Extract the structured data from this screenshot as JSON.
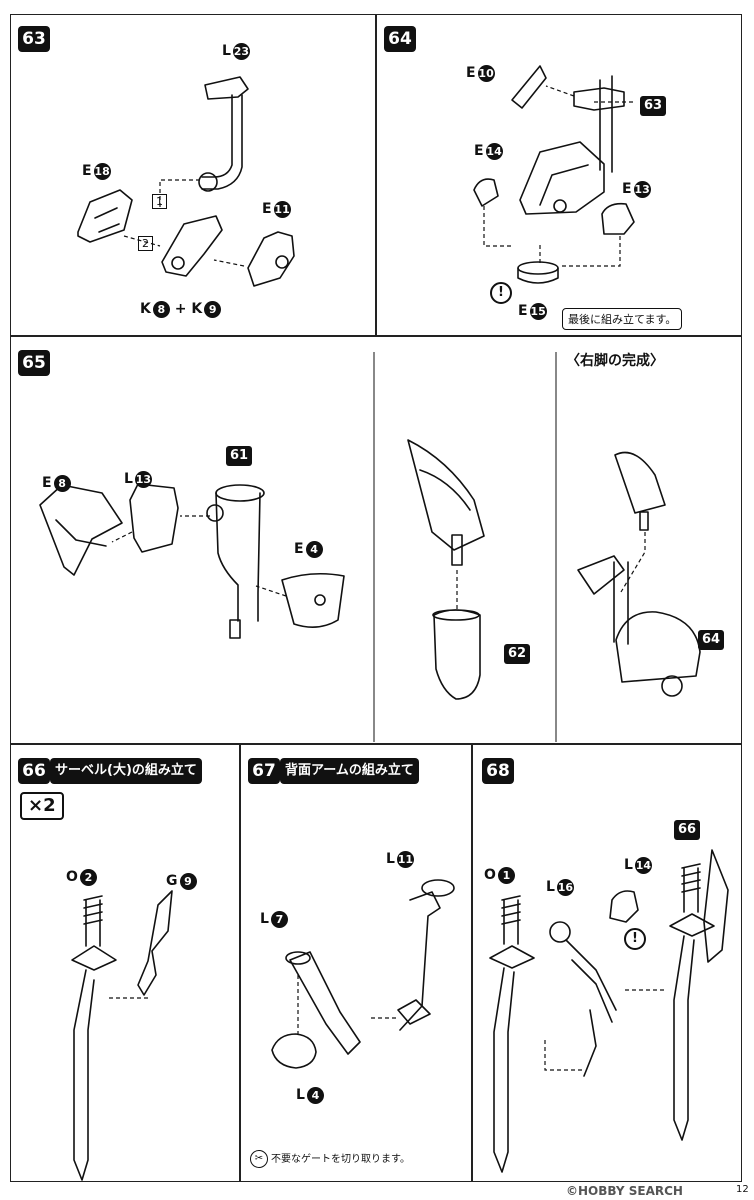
{
  "steps": {
    "s63": {
      "number": "63",
      "labels": {
        "l23": {
          "letter": "L",
          "num": "23"
        },
        "e18": {
          "letter": "E",
          "num": "18"
        },
        "e11": {
          "letter": "E",
          "num": "11"
        },
        "k8": {
          "letter": "K",
          "num": "8"
        },
        "plus": "+",
        "k9": {
          "letter": "K",
          "num": "9"
        }
      },
      "order1": "1",
      "order2": "2"
    },
    "s64": {
      "number": "64",
      "labels": {
        "e10": {
          "letter": "E",
          "num": "10"
        },
        "e14": {
          "letter": "E",
          "num": "14"
        },
        "e13": {
          "letter": "E",
          "num": "13"
        },
        "e15": {
          "letter": "E",
          "num": "15"
        }
      },
      "ref": "63",
      "note": "最後に組み立てます。"
    },
    "s65": {
      "number": "65",
      "labels": {
        "e8": {
          "letter": "E",
          "num": "8"
        },
        "l13": {
          "letter": "L",
          "num": "13"
        },
        "e4": {
          "letter": "E",
          "num": "4"
        }
      },
      "ref61": "61",
      "ref62": "62",
      "ref64": "64",
      "caption": "〈右脚の完成〉"
    },
    "s66": {
      "number": "66",
      "title": "サーベル(大)の組み立て",
      "multiplier": "×2",
      "labels": {
        "o2": {
          "letter": "O",
          "num": "2"
        },
        "g9": {
          "letter": "G",
          "num": "9"
        }
      }
    },
    "s67": {
      "number": "67",
      "title": "背面アームの組み立て",
      "labels": {
        "l11": {
          "letter": "L",
          "num": "11"
        },
        "l7": {
          "letter": "L",
          "num": "7"
        },
        "l4": {
          "letter": "L",
          "num": "4"
        }
      },
      "gate_note": "不要なゲートを切り取ります。"
    },
    "s68": {
      "number": "68",
      "labels": {
        "o1": {
          "letter": "O",
          "num": "1"
        },
        "l16": {
          "letter": "L",
          "num": "16"
        },
        "l14": {
          "letter": "L",
          "num": "14"
        }
      },
      "ref66": "66"
    }
  },
  "footer": {
    "watermark": "©HOBBY SEARCH",
    "page": "12"
  }
}
